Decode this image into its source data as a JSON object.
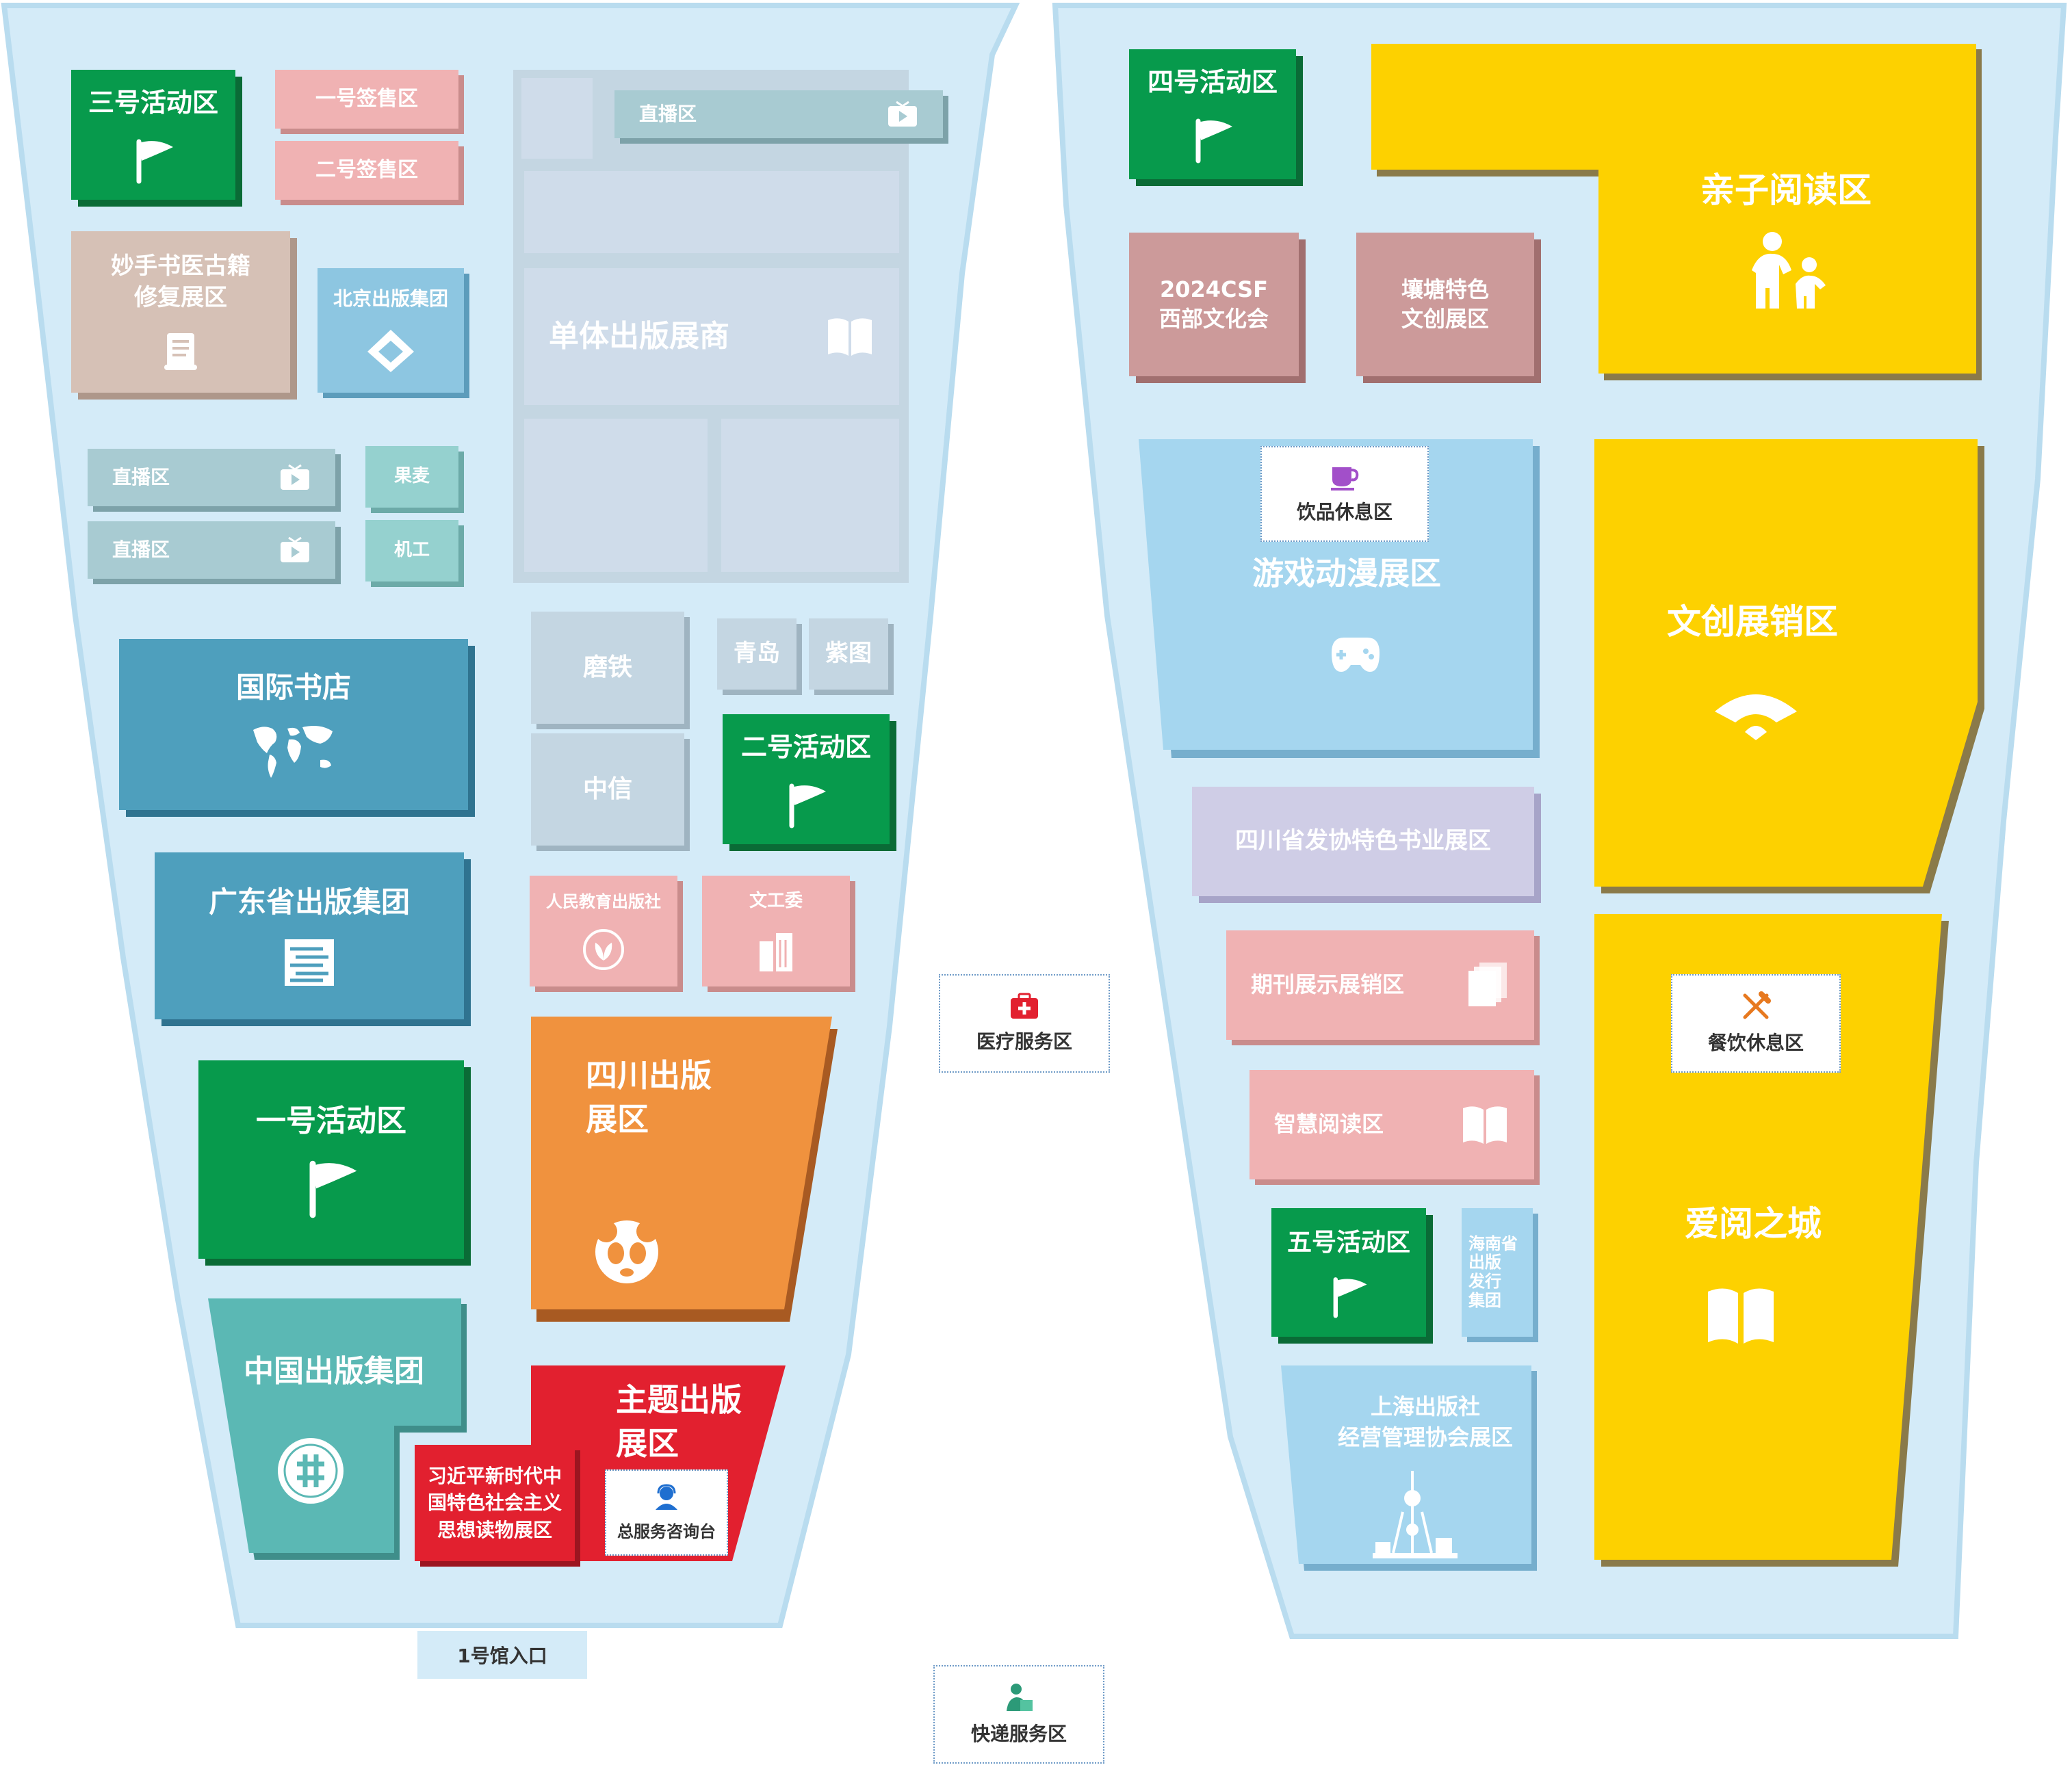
{
  "left_hall": {
    "zones": {
      "activity3": "三号活动区",
      "sign1": "一号签售区",
      "sign2": "二号签售区",
      "livestream_top": "直播区",
      "miaoshou": "妙手书医古籍\n修复展区",
      "beijing": "北京出版集团",
      "single_exhibitors": "单体出版展商",
      "livestream_a": "直播区",
      "livestream_b": "直播区",
      "guomai": "果麦",
      "jigong": "机工",
      "international": "国际书店",
      "motie": "磨铁",
      "zhongxin": "中信",
      "qingdao": "青岛",
      "zitu": "紫图",
      "activity2": "二号活动区",
      "guangdong": "广东省出版集团",
      "renjiao": "人民教育出版社",
      "wengongwei": "文工委",
      "activity1": "一号活动区",
      "sichuan": "四川出版\n展区",
      "china_group": "中国出版集团",
      "theme": "主题出版\n展区",
      "xi_thought": "习近平新时代中\n国特色社会主义\n思想读物展区",
      "service_desk": "总服务咨询台"
    },
    "entrance": "1号馆入口"
  },
  "middle": {
    "medical": "医疗服务区",
    "express": "快递服务区"
  },
  "right_hall": {
    "zones": {
      "activity4": "四号活动区",
      "parent_child": "亲子阅读区",
      "csf": "2024CSF\n西部文化会",
      "rangtang": "壤塘特色\n文创展区",
      "drinks": "饮品休息区",
      "games": "游戏动漫展区",
      "creative_sales": "文创展销区",
      "sichuan_assoc": "四川省发协特色书业展区",
      "periodicals": "期刊展示展销区",
      "food": "餐饮休息区",
      "smart_reading": "智慧阅读区",
      "love_reading": "爱阅之城",
      "activity5": "五号活动区",
      "hainan": "海南省\n出版\n发行\n集团",
      "shanghai": "上海出版社\n经营管理协会展区"
    }
  },
  "colors": {
    "hall_bg": "#d4ebf8",
    "green": "#079a4c",
    "yellow": "#fdd100",
    "orange": "#f0923e",
    "red": "#e2202f",
    "steel_blue": "#4e9fbd",
    "teal_green": "#5bb8b4"
  }
}
